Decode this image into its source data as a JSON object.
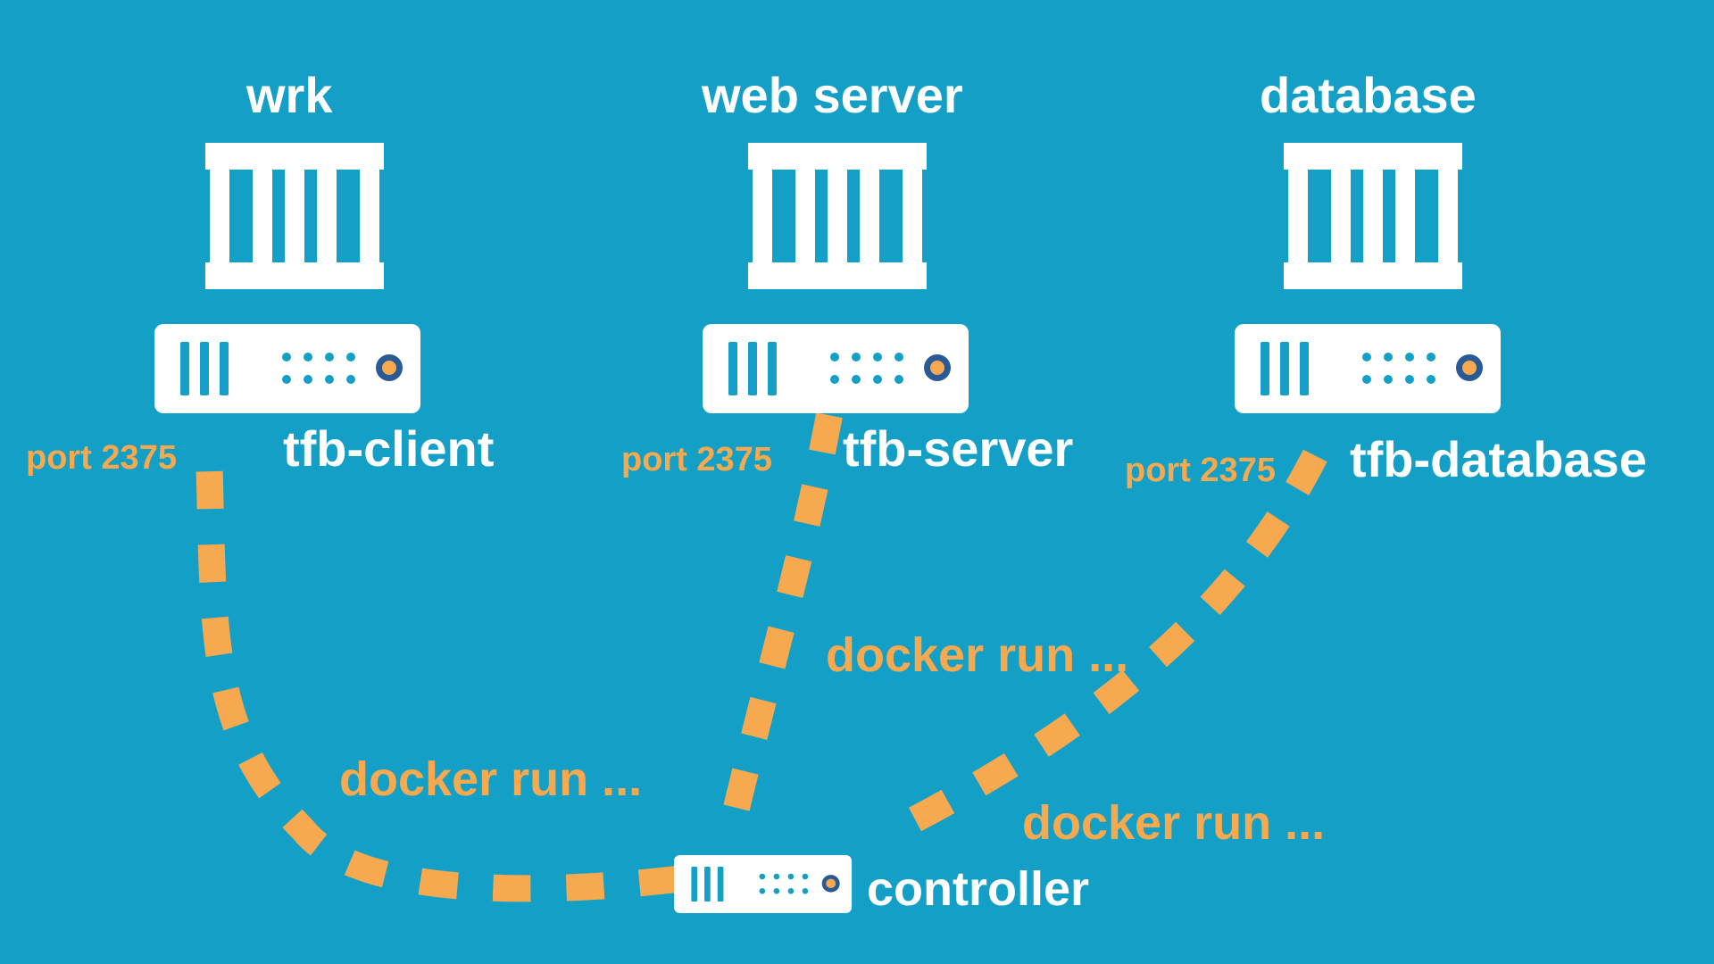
{
  "colors": {
    "background": "#14a0c6",
    "server_white": "#ffffff",
    "accent_orange": "#f7a94f",
    "led_ring": "#2a5a96"
  },
  "containers": [
    {
      "title": "wrk",
      "host": "tfb-client",
      "port": "port 2375"
    },
    {
      "title": "web server",
      "host": "tfb-server",
      "port": "port 2375"
    },
    {
      "title": "database",
      "host": "tfb-database",
      "port": "port 2375"
    }
  ],
  "controller": {
    "label": "controller"
  },
  "commands": [
    "docker run ...",
    "docker run ...",
    "docker run ..."
  ],
  "icons": {
    "container": "shipping-container-icon",
    "server": "server-rack-icon"
  }
}
